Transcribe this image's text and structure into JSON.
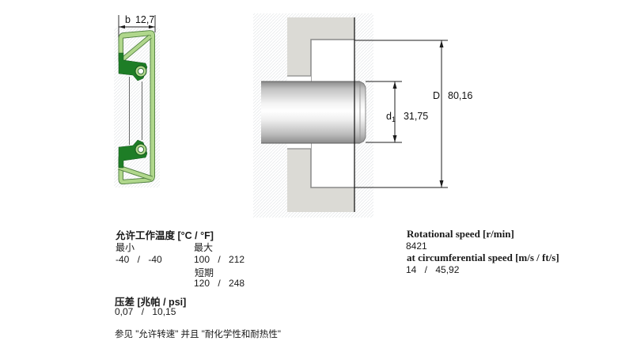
{
  "seal_view": {
    "dim_b": {
      "symbol": "b",
      "value": "12,7"
    }
  },
  "section_view": {
    "dim_D": {
      "symbol": "D",
      "value": "80,16"
    },
    "dim_d1": {
      "symbol": "d",
      "sub": "1",
      "value": "31,75"
    }
  },
  "specs": {
    "temperature": {
      "title": "允许工作温度 [°C / °F]",
      "min_label": "最小",
      "max_label": "最大",
      "min_values": "-40 / -40",
      "max_values": "100 / 212",
      "short_term_label": "短期",
      "short_term_values": "120 / 248"
    },
    "pressure": {
      "title": "压差 [兆帕 / psi]",
      "values": "0,07 / 10,15"
    },
    "note": "参见 \"允许转速\" 并且 \"耐化学性和耐热性\"",
    "speed": {
      "rotational_title": "Rotational speed [r/min]",
      "rotational_value": "8421",
      "circumferential_title": "at circumferential speed [m/s / ft/s]",
      "circumferential_value": "14 / 45,92"
    }
  },
  "colors": {
    "case_light_green": "#b0d78c",
    "lip_dark_green": "#1e7d26",
    "housing_gray": "#dbdad5",
    "line_black": "#1c1c1c"
  }
}
